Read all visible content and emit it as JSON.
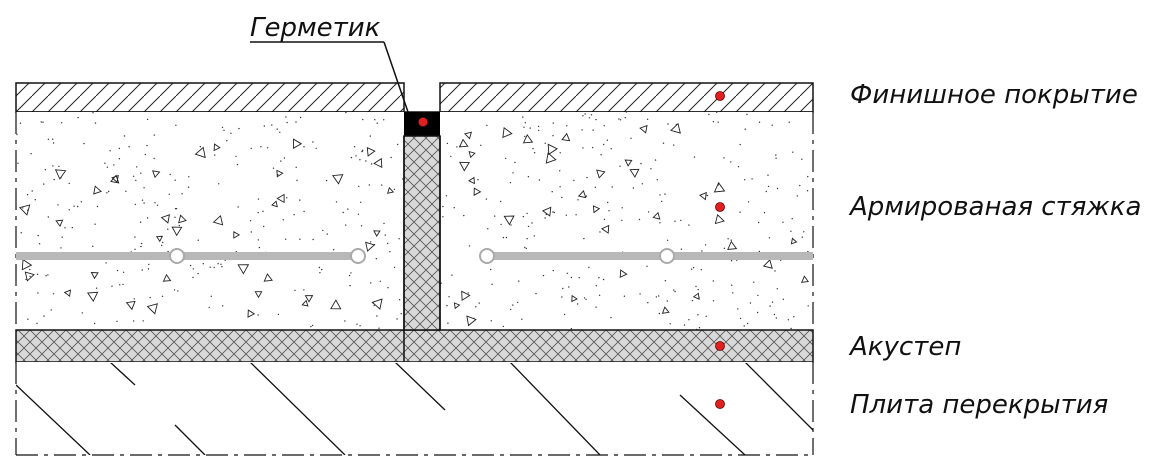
{
  "labels": {
    "sealant": "Герметик",
    "finish": "Финишное покрытие",
    "screed": "Армированая стяжка",
    "acoustic": "Акустеп",
    "slab": "Плита перекрытия"
  },
  "colors": {
    "outline": "#111111",
    "marker": "#e02020",
    "rebar": "#b8b8b8",
    "acoustic_fill": "#d9d9d9",
    "sealant_fill": "#000000"
  }
}
